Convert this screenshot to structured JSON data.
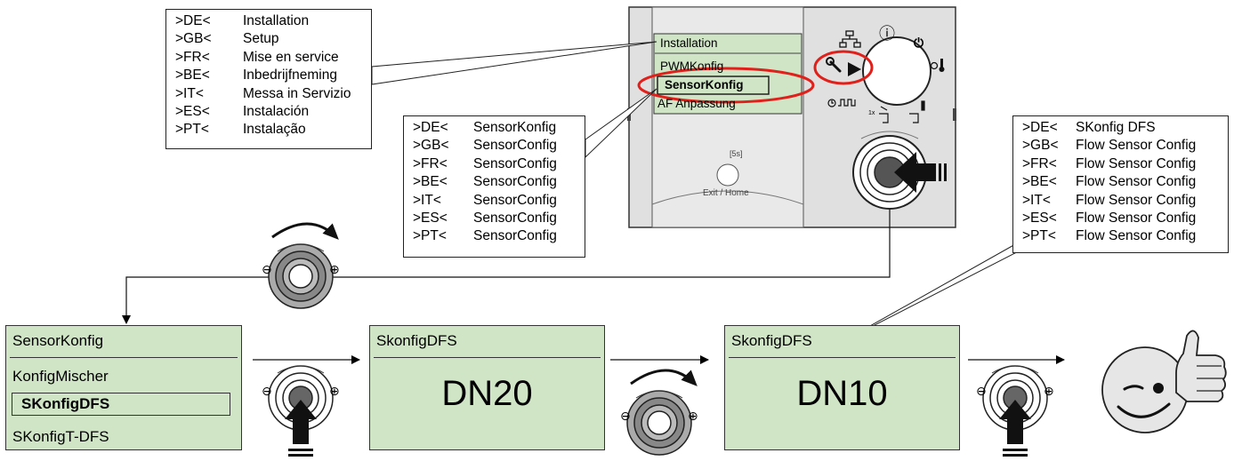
{
  "callout_install": {
    "rows": [
      {
        "code": ">DE<",
        "text": "Installation"
      },
      {
        "code": ">GB<",
        "text": "Setup"
      },
      {
        "code": ">FR<",
        "text": "Mise en service"
      },
      {
        "code": ">BE<",
        "text": "Inbedrijfneming"
      },
      {
        "code": ">IT<",
        "text": "Messa in Servizio"
      },
      {
        "code": ">ES<",
        "text": "Instalación"
      },
      {
        "code": ">PT<",
        "text": "Instalação"
      }
    ]
  },
  "callout_sensor": {
    "rows": [
      {
        "code": ">DE<",
        "text": "SensorKonfig"
      },
      {
        "code": ">GB<",
        "text": "SensorConfig"
      },
      {
        "code": ">FR<",
        "text": "SensorConfig"
      },
      {
        "code": ">BE<",
        "text": "SensorConfig"
      },
      {
        "code": ">IT<",
        "text": "SensorConfig"
      },
      {
        "code": ">ES<",
        "text": "SensorConfig"
      },
      {
        "code": ">PT<",
        "text": "SensorConfig"
      }
    ]
  },
  "callout_dfs": {
    "rows": [
      {
        "code": ">DE<",
        "text": "SKonfig DFS"
      },
      {
        "code": ">GB<",
        "text": "Flow Sensor Config"
      },
      {
        "code": ">FR<",
        "text": "Flow Sensor Config"
      },
      {
        "code": ">BE<",
        "text": "Flow Sensor Config"
      },
      {
        "code": ">IT<",
        "text": "Flow Sensor Config"
      },
      {
        "code": ">ES<",
        "text": "Flow Sensor Config"
      },
      {
        "code": ">PT<",
        "text": "Flow Sensor Config"
      }
    ]
  },
  "device": {
    "menu_items": [
      "Installation",
      "PWMKonfig",
      "SensorKonfig",
      "AF Anpassung"
    ],
    "selected_index": 2,
    "exit_label": "Exit / Home",
    "timer_label": "[5s]",
    "info_glyph": "ⓘ",
    "power_glyph": "⏻",
    "mode_once_label": "1x"
  },
  "screen1": {
    "title": "SensorKonfig",
    "items": [
      "KonfigMischer",
      "SKonfigDFS",
      "SKonfigT-DFS"
    ],
    "selected": "SKonfigDFS"
  },
  "screen2": {
    "title": "SkonfigDFS",
    "value": "DN20"
  },
  "screen3": {
    "title": "SkonfigDFS",
    "value": "DN10"
  },
  "knob_symbols": {
    "minus": "⊖",
    "plus": "⊕"
  },
  "colors": {
    "lcd_green": "#cfe5c6",
    "device_gray": "#e0e0e0",
    "highlight_red": "#e0201b",
    "face_gray": "#e6e6e6"
  },
  "icons": [
    "wrench-icon",
    "info-icon",
    "power-icon",
    "network-icon",
    "sun-thermometer-icon",
    "moon-icon",
    "clock-pulse-icon",
    "smiley-thumbs-up-icon",
    "rotary-knob-icon",
    "press-arrow-icon",
    "rotate-arrow-icon"
  ]
}
